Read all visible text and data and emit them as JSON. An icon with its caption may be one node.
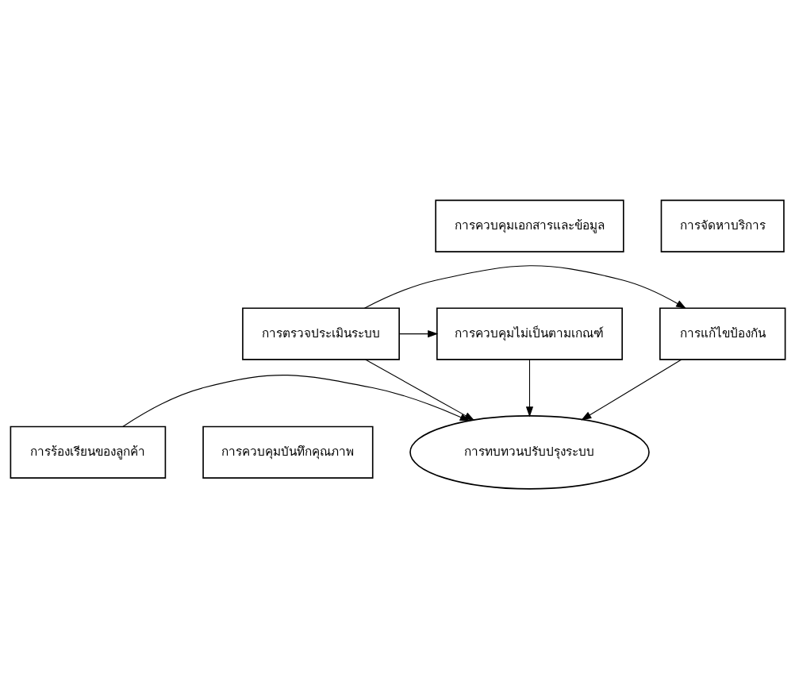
{
  "diagram": {
    "nodes": [
      {
        "text": [
          "การควบคุมเอกสารและข้อมูล"
        ]
      },
      {
        "text": [
          "การจัดหาบริการ"
        ]
      },
      {
        "text": [
          "การควบคุมไม่เป็นตามเกณฑ์"
        ]
      },
      {
        "text": [
          "การตรวจประเมินระบบ"
        ]
      },
      {
        "text": [
          "การแก้ไขป้องกัน"
        ]
      },
      {
        "text": [
          "การควบคุมบันทึกคุณภาพ"
        ]
      },
      {
        "text": [
          "การทบทวนปรับปรุงระบบ"
        ]
      },
      {
        "text": [
          "การร้องเรียนของลูกค้า"
        ]
      }
    ],
    "edges": [
      {
        "from": 3,
        "to": 2,
        "arrow": "to"
      },
      {
        "from": 3,
        "to": 4,
        "arrow": "to"
      },
      {
        "from": 2,
        "to": 6,
        "arrow": "to"
      },
      {
        "from": 3,
        "to": 6,
        "arrow": "to"
      },
      {
        "from": 4,
        "to": 6,
        "arrow": "to"
      },
      {
        "from": 7,
        "to": 6,
        "arrow": "to"
      }
    ]
  }
}
